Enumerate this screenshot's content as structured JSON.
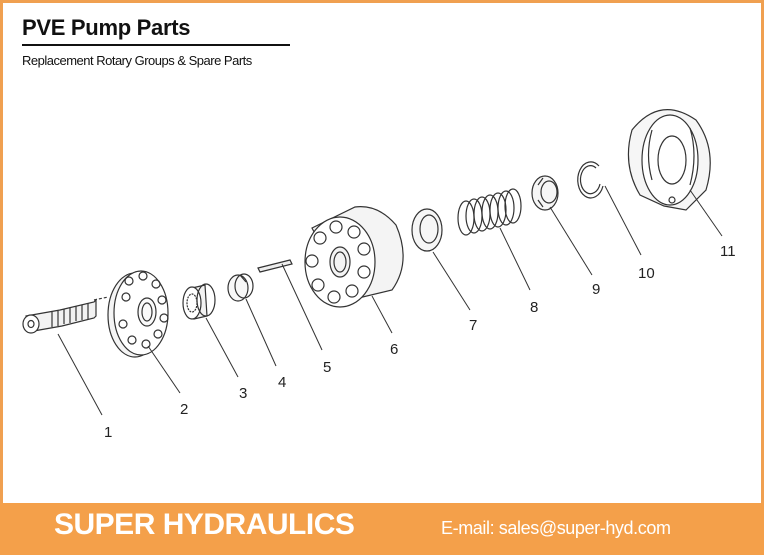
{
  "header": {
    "title": "PVE Pump Parts",
    "subtitle": "Replacement Rotary Groups & Spare Parts"
  },
  "diagram": {
    "parts": [
      {
        "callout": "1",
        "icon": "shaft-icon"
      },
      {
        "callout": "2",
        "icon": "port-plate-icon"
      },
      {
        "callout": "3",
        "icon": "spline-bushing-icon"
      },
      {
        "callout": "4",
        "icon": "split-ring-icon"
      },
      {
        "callout": "5",
        "icon": "pin-icon"
      },
      {
        "callout": "6",
        "icon": "cylinder-block-icon"
      },
      {
        "callout": "7",
        "icon": "washer-icon"
      },
      {
        "callout": "8",
        "icon": "spring-icon"
      },
      {
        "callout": "9",
        "icon": "retainer-icon"
      },
      {
        "callout": "10",
        "icon": "snap-ring-icon"
      },
      {
        "callout": "11",
        "icon": "swash-plate-icon"
      }
    ]
  },
  "footer": {
    "brand": "SUPER HYDRAULICS",
    "email": "E-mail: sales@super-hyd.com"
  },
  "colors": {
    "accent": "#f4a04a",
    "border": "#f0a050",
    "line": "#333333"
  }
}
